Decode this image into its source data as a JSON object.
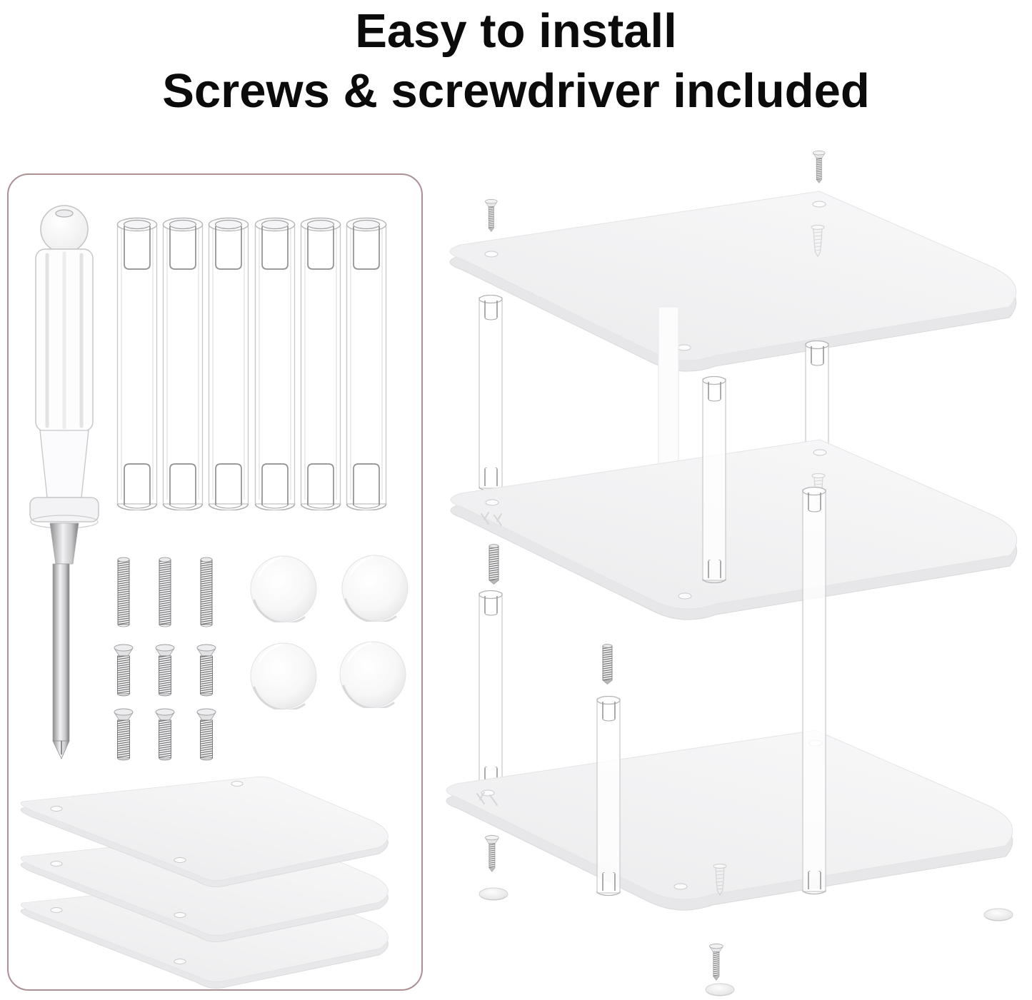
{
  "title": {
    "line1": "Easy to install",
    "line2": "Screws & screwdriver included"
  },
  "colors": {
    "background": "#ffffff",
    "title_text": "#0b0b0b",
    "parts_box_border": "#ad8f94",
    "panel_surface": "#f2f2f4",
    "panel_edge": "#e7e7e9",
    "metal_dark": "#6e6e70",
    "metal_light": "#ededef"
  },
  "parts_box": {
    "items": [
      {
        "id": "screwdriver",
        "label": "transparent screwdriver",
        "count": 1
      },
      {
        "id": "acrylic-tube",
        "label": "clear acrylic pillar tube",
        "count": 6
      },
      {
        "id": "threaded-stud",
        "label": "double-ended threaded stud",
        "count": 3
      },
      {
        "id": "flat-head-screw",
        "label": "flat head screw",
        "count": 6
      },
      {
        "id": "round-pad",
        "label": "round foot pad",
        "count": 4
      },
      {
        "id": "shelf-panel",
        "label": "acrylic shelf panel",
        "count": 3
      }
    ]
  },
  "assembly": {
    "tier_count": 3,
    "pillars_between_tiers": 3,
    "floating_screws": 6,
    "foot_pads": 3
  }
}
